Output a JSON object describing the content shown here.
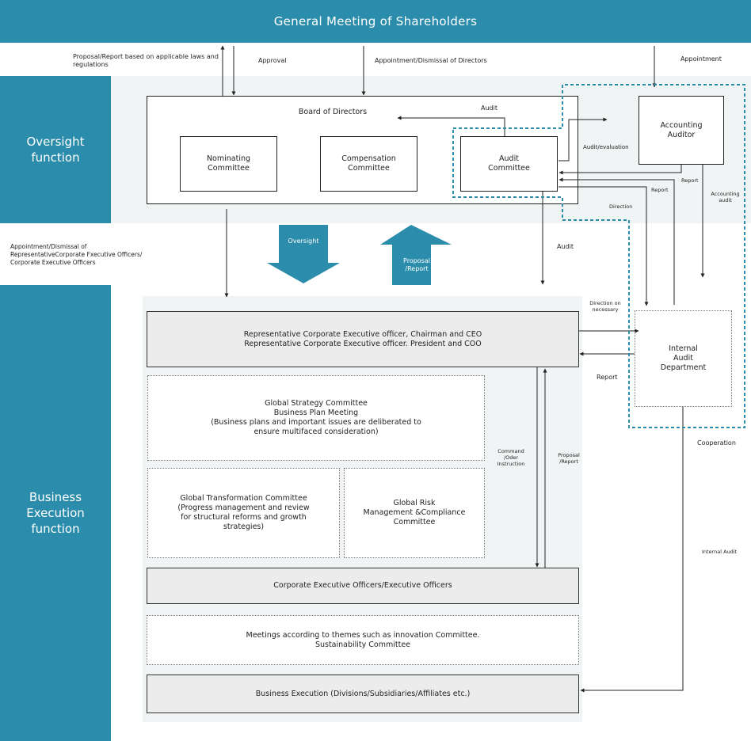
{
  "header": {
    "title": "General Meeting of Shareholders"
  },
  "sidebands": {
    "oversight": "Oversight\nfunction",
    "business": "Business\nExecution\nfunction"
  },
  "board": {
    "title": "Board of Directors",
    "nominating": "Nominating\nCommittee",
    "compensation": "Compensation\nCommittee",
    "audit": "Audit\nCommittee"
  },
  "accounting_auditor": "Accounting\nAuditor",
  "internal_audit_department": "Internal\nAudit\nDepartment",
  "arrows": {
    "oversight": "Oversight",
    "proposal_report": "Proposal\n/Report"
  },
  "execution": {
    "ceo": "Representative Corporate Executive officer, Chairman and CEO\nRepresentative Corporate Executive officer. President and COO",
    "global_strategy": "Global Strategy Committee\nBusiness Plan Meeting\n(Business plans and important issues are deliberated to\nensure multifaced consideration)",
    "global_transformation": "Global Transformation Committee\n(Progress management and review\nfor structural reforms and growth\nstrategies)",
    "global_risk": "Global Risk\nManagement &Compliance\nCommittee",
    "officers": "Corporate Executive Officers/Executive Officers",
    "meetings": "Meetings according to themes such as innovation Committee.\nSustainability Committee",
    "business_execution": "Business Execution (Divisions/Subsidiaries/Affiliates etc.)"
  },
  "labels": {
    "proposal_report_laws": "Proposal/Report based on applicable laws and\nregulations",
    "approval": "Approval",
    "appointment_dismissal_directors": "Appointment/Dismissal of Directors",
    "appointment": "Appointment",
    "audit_top": "Audit",
    "audit_evaluation": "Audit/evaluation",
    "report_1": "Report",
    "report_2": "Report",
    "accounting_audit": "Accounting\naudit",
    "direction": "Direction",
    "appointment_dismissal_officers": "Appointment/Dismissal of\nRepresentativeCorporate Fxecutive Officers/\nCorporate Executive Officers",
    "audit_mid": "Audit",
    "direction_on_necessary": "Direction on\nnecessary",
    "report_3": "Report",
    "cooperation": "Cooperation",
    "command": "Command\n/Oder\nInstruction",
    "proposal_report_small": "Proposal\n/Report",
    "internal_audit": "Internal Audit"
  }
}
